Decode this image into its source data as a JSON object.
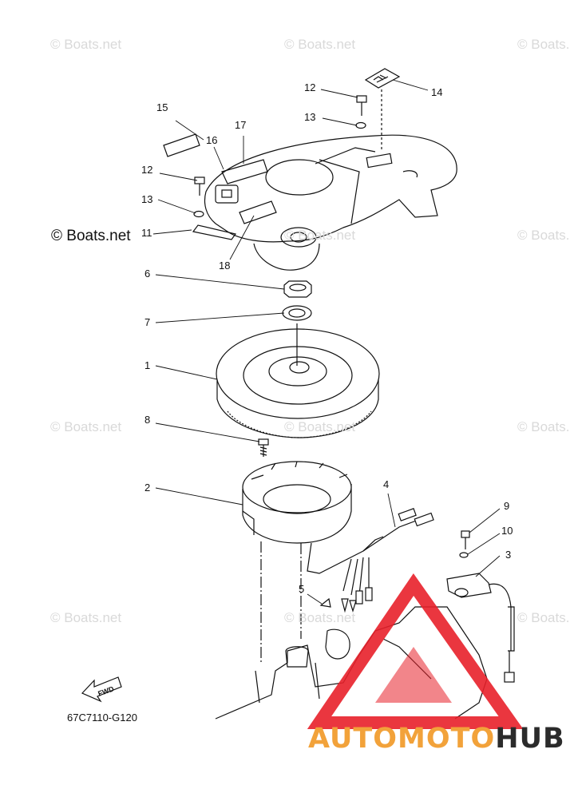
{
  "watermarks": {
    "text": "© Boats.net",
    "main_text": "© Boats.net"
  },
  "callouts": [
    "1",
    "2",
    "3",
    "4",
    "5",
    "6",
    "7",
    "8",
    "9",
    "10",
    "11",
    "12",
    "12",
    "13",
    "13",
    "14",
    "15",
    "16",
    "17",
    "18"
  ],
  "diagram_code": "67C7110-G120",
  "fwd_label": "FWD",
  "brand": {
    "part1": "AUTOMOTO",
    "part2": "HUB"
  },
  "colors": {
    "line": "#111111",
    "watermark": "#d9d9d9",
    "logo_red": "#e8202a",
    "brand_orange": "#f2a23a",
    "brand_dark": "#2b2b2b"
  }
}
